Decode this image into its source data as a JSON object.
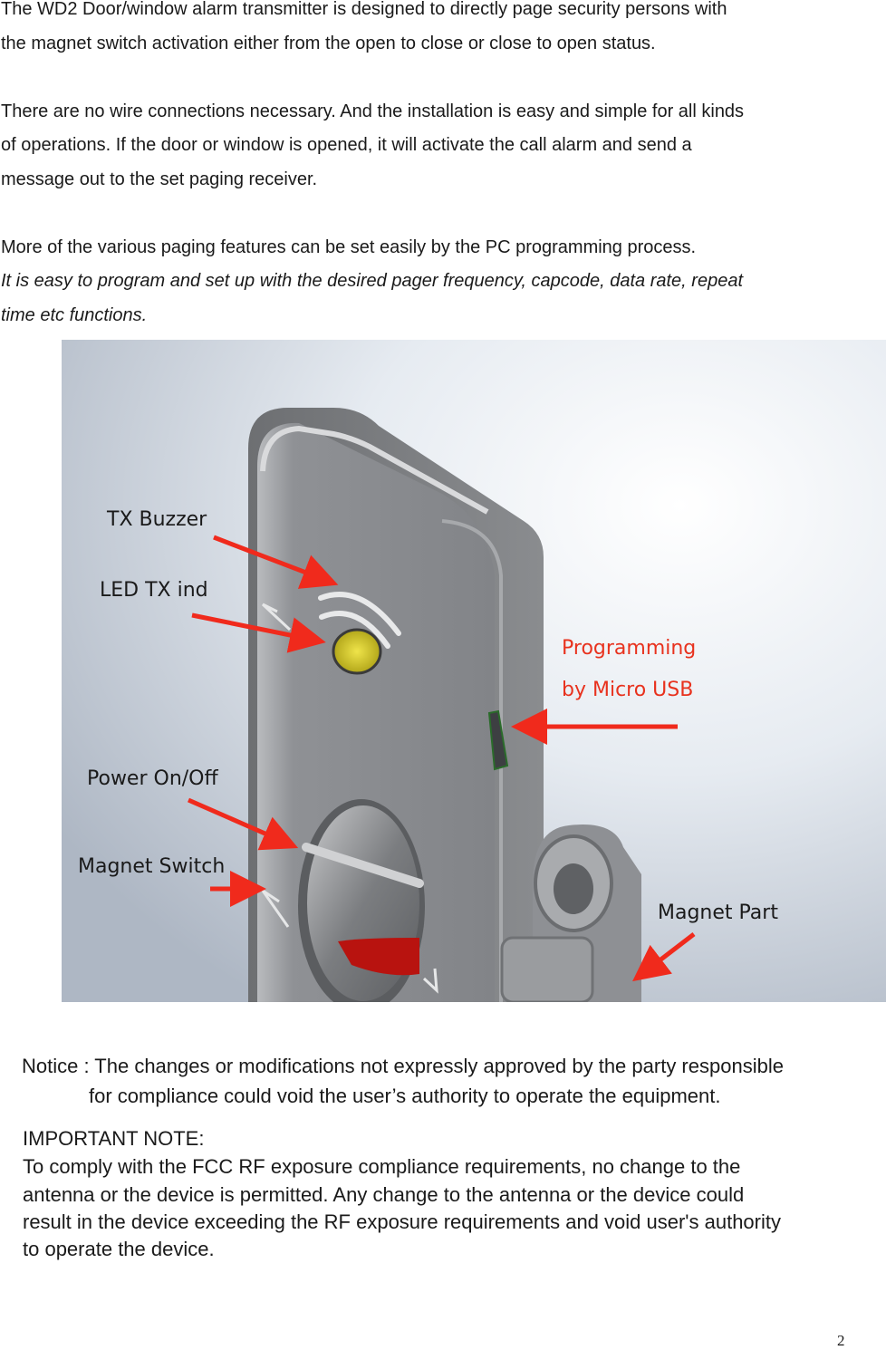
{
  "intro": {
    "p1": [
      "The WD2 Door/window alarm transmitter is designed to directly page security persons with",
      "the magnet switch activation either from the open to close or close to open status."
    ],
    "p2": [
      "There are no wire connections necessary. And the installation is easy and simple for all kinds",
      "of operations. If the door or window is opened, it will activate the call alarm and send a",
      "message out to the set paging receiver."
    ],
    "p3": "More of the various paging features can be set easily by the PC programming process.",
    "p3_italic": [
      "It is easy to program and set up with the desired pager frequency, capcode, data rate, repeat",
      "time etc functions."
    ]
  },
  "figure": {
    "labels": {
      "tx_buzzer": "TX Buzzer",
      "led_tx_ind": "LED TX ind",
      "power_on_off": "Power On/Off",
      "magnet_switch": "Magnet Switch",
      "programming_1": "Programming",
      "programming_2": "by Micro USB",
      "magnet_part": "Magnet Part"
    },
    "colors": {
      "arrow": "#f02a1c",
      "label_red": "#e8321e",
      "device_body": "#8d8f92",
      "led": "#d9d020",
      "switch_red": "#b8130f"
    }
  },
  "notice": {
    "line1": "Notice : The changes or modifications not expressly approved by the party responsible",
    "line2": "for compliance could void the user’s authority to operate the equipment."
  },
  "important": {
    "heading": "IMPORTANT NOTE:",
    "lines": [
      "To comply with the FCC RF exposure compliance requirements, no change to the",
      "antenna or the device is permitted. Any change to the antenna or the device could",
      "result in the device exceeding the RF exposure requirements and void user's authority",
      "to operate the device."
    ]
  },
  "page_number": "2"
}
